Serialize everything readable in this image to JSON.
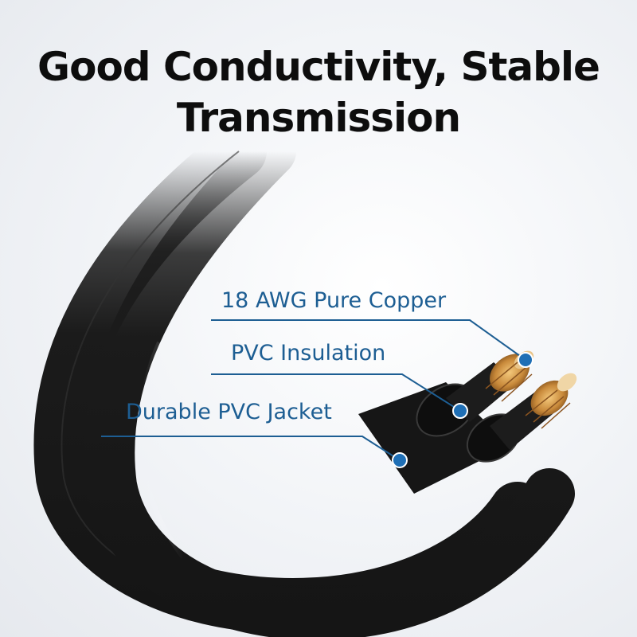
{
  "headline": {
    "line1": "Good Conductivity, Stable",
    "line2": "Transmission"
  },
  "callouts": {
    "copper": "18 AWG Pure Copper",
    "insulation": "PVC Insulation",
    "jacket": "Durable PVC Jacket"
  },
  "colors": {
    "callout_text": "#1d5e93",
    "callout_dot": "#1f6fb5",
    "cable": "#1a1a1a",
    "copper": "#c8893a"
  }
}
